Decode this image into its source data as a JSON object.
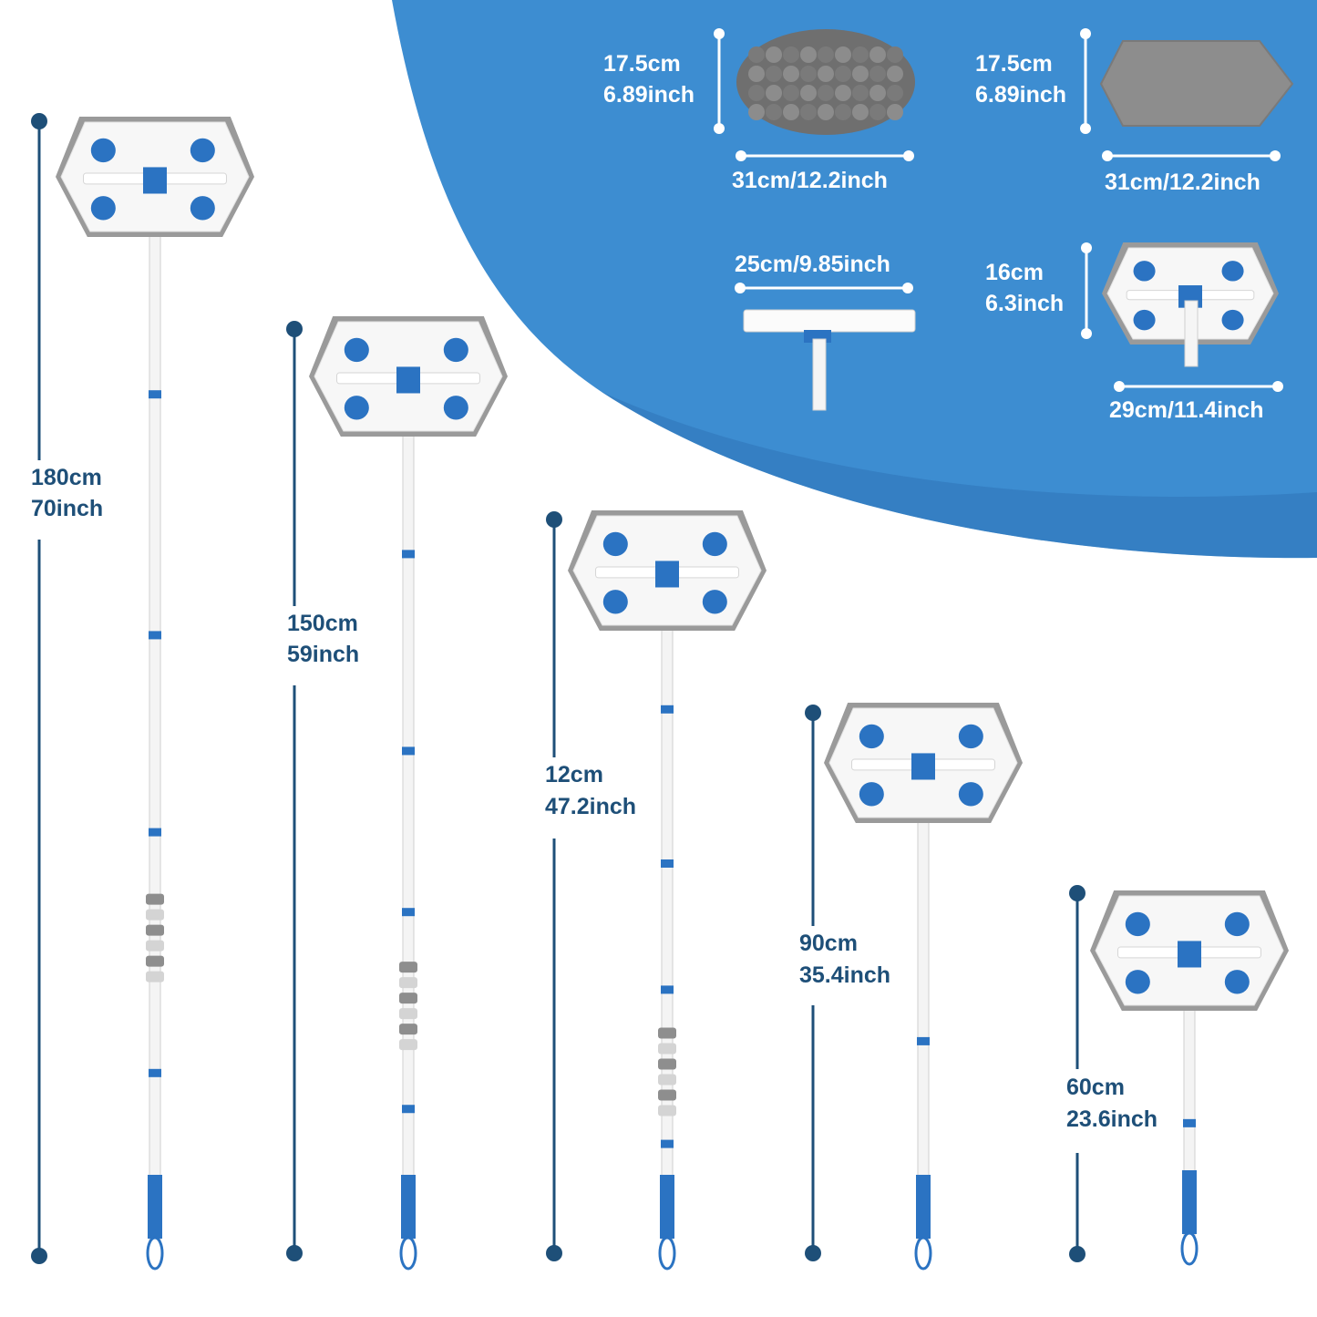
{
  "colors": {
    "blue_panel": "#3d8dd1",
    "blue_panel_edge": "#2f74b8",
    "dim_line_dark": "#1e4f78",
    "accent_blue": "#2b73c2",
    "pad_gray": "#8a8a8a",
    "white": "#ffffff"
  },
  "accessories": {
    "chenille_pad": {
      "height_cm": "17.5cm",
      "height_in": "6.89inch",
      "width": "31cm/12.2inch"
    },
    "flat_pad": {
      "height_cm": "17.5cm",
      "height_in": "6.89inch",
      "width": "31cm/12.2inch"
    },
    "squeegee": {
      "width": "25cm/9.85inch"
    },
    "mop_head": {
      "height_cm": "16cm",
      "height_in": "6.3inch",
      "width": "29cm/11.4inch"
    }
  },
  "mops": [
    {
      "length_cm": "180cm",
      "length_in": "70inch"
    },
    {
      "length_cm": "150cm",
      "length_in": "59inch"
    },
    {
      "length_cm": "12cm",
      "length_in": "47.2inch"
    },
    {
      "length_cm": "90cm",
      "length_in": "35.4inch"
    },
    {
      "length_cm": "60cm",
      "length_in": "23.6inch"
    }
  ]
}
